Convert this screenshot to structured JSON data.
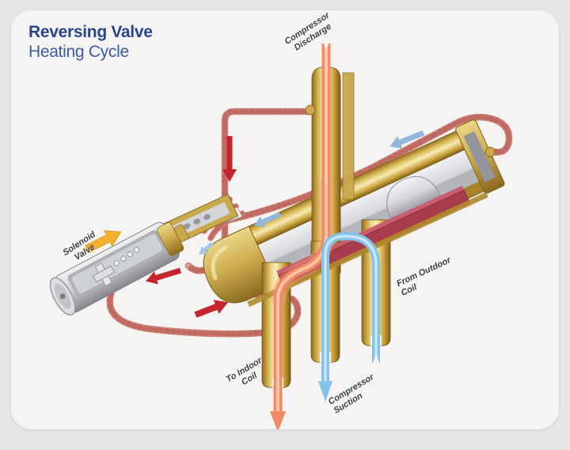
{
  "title": {
    "line1": "Reversing Valve",
    "line2": "Heating Cycle"
  },
  "labels": {
    "compressor_discharge": "Compressor\nDischarge",
    "solenoid_valve": "Solenoid\nValve",
    "from_outdoor_coil": "From Outdoor\nCoil",
    "to_indoor_coil": "To Indoor\nCoil",
    "compressor_suction": "Compressor\nSuction"
  },
  "flows": [
    {
      "name": "compressor-discharge-flow",
      "color": "#f18a66",
      "direction": "down-into-valve"
    },
    {
      "name": "to-indoor-coil-flow",
      "color": "#f18a66",
      "direction": "down-out"
    },
    {
      "name": "from-outdoor-coil-flow",
      "color": "#83c3e8",
      "direction": "up-into-valve"
    },
    {
      "name": "compressor-suction-flow",
      "color": "#83c3e8",
      "direction": "down-out"
    }
  ],
  "arrows": [
    {
      "name": "solenoid-arrow",
      "color": "#f2b02c",
      "direction": "up-right"
    },
    {
      "name": "pilot-tube-arrow",
      "color": "#c5252c",
      "direction": "down"
    },
    {
      "name": "pilot-return-arrow",
      "color": "#c5252c",
      "direction": "left"
    },
    {
      "name": "piston-arrow",
      "color": "#c5252c",
      "direction": "right"
    },
    {
      "name": "slide-arrow-top",
      "color": "#93b6dc",
      "direction": "left"
    },
    {
      "name": "slide-arrow-mid",
      "color": "#93b6dc",
      "direction": "left"
    }
  ],
  "colors": {
    "page_bg": "#e7e6e5",
    "card_bg": "#f5f4f2",
    "title_bold": "#29468b",
    "title_light": "#3a5ba3",
    "label_text": "#3d3d40",
    "gold_hi": "#f7ecb4",
    "gold_mid": "#c9a94c",
    "gold_dark": "#8a6a20",
    "silver_hi": "#f2f3f5",
    "silver_mid": "#cfd2d6",
    "silver_dark": "#90939a",
    "maroon": "#a93c4c",
    "salmon_tube": "#e59a90",
    "salmon_tube_stripe": "#c06b62",
    "ribbon_hot": "#f18a66",
    "ribbon_hot_hi": "#fdc4a6",
    "ribbon_cold": "#83c3e8",
    "ribbon_cold_hi": "#c6e6f8",
    "arrow_red": "#c5252c",
    "arrow_blue": "#93b6dc",
    "arrow_yellow": "#f2b02c"
  }
}
